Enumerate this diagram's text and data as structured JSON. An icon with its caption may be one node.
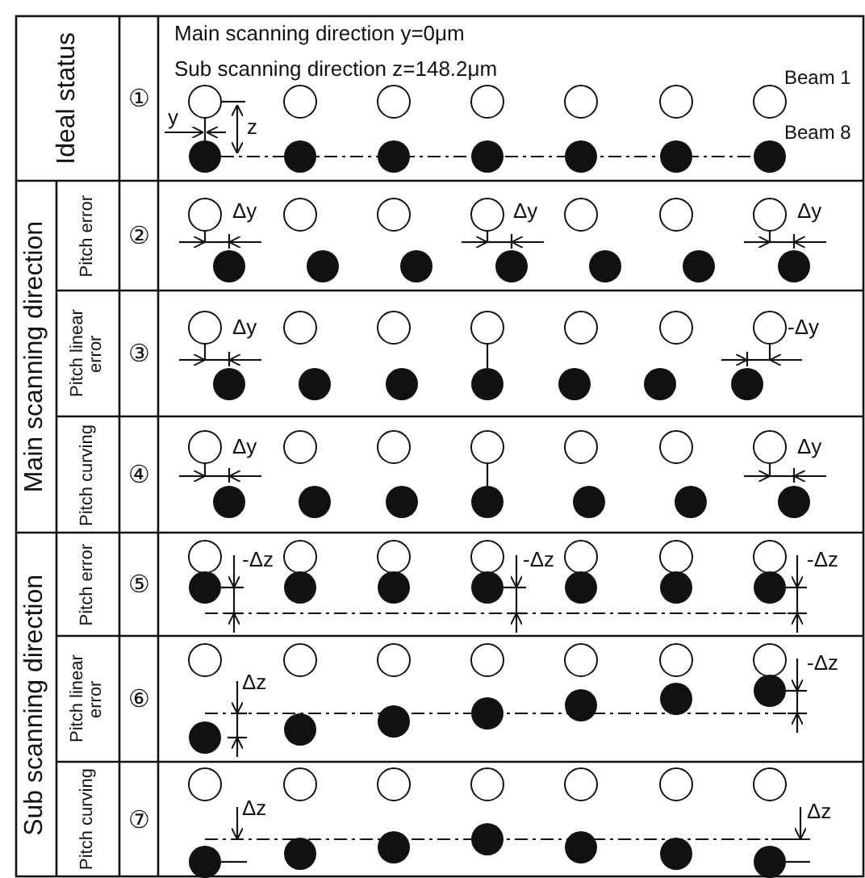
{
  "diagram": {
    "labels": [
      "Ideal status",
      "①",
      "Main scanning direction  y=0μm",
      "Sub scanning direction  z=148.2μm",
      "Beam 1",
      "y",
      "z",
      "Beam 8",
      "Main scanning direction",
      "Pitch error",
      "②",
      "Δy",
      "Δy",
      "Δy",
      "Pitch linear error",
      "③",
      "Δy",
      "-Δy",
      "Pitch curving",
      "④",
      "Δy",
      "Δy",
      "Sub scanning direction",
      "Pitch error",
      "⑤",
      "-Δz",
      "-Δz",
      "-Δz",
      "Pitch linear error",
      "⑥",
      "Δz",
      "-Δz",
      "Pitch curving",
      "⑦",
      "Δz",
      "Δz"
    ]
  }
}
